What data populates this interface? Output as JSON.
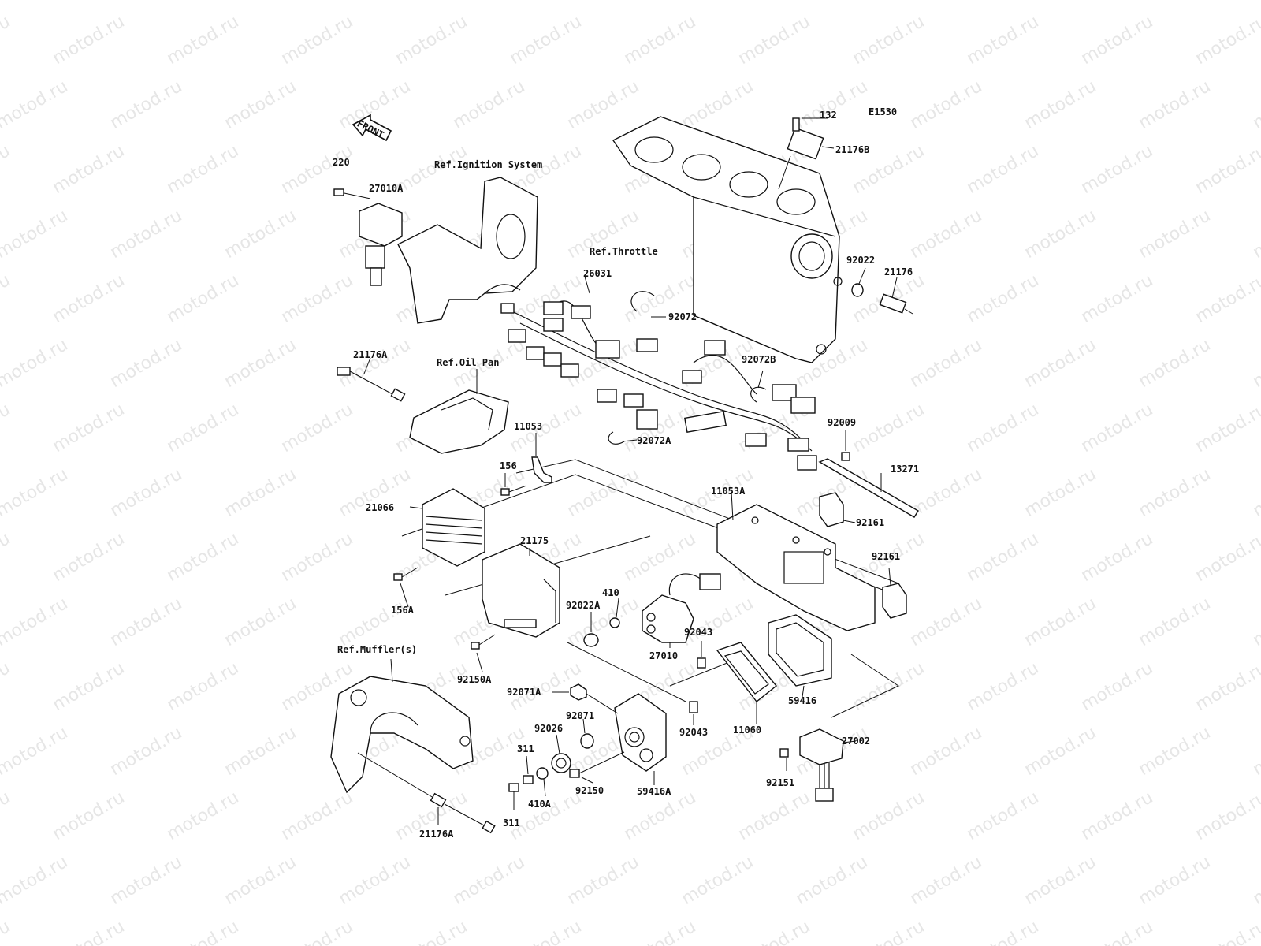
{
  "diagram_code": "E1530",
  "watermark_text": "motod.ru",
  "front_label": "FRONT",
  "references": {
    "ignition": "Ref.Ignition System",
    "throttle": "Ref.Throttle",
    "oil_pan": "Ref.Oil Pan",
    "muffler": "Ref.Muffler(s)"
  },
  "parts": [
    "132",
    "21176B",
    "220",
    "27010A",
    "26031",
    "92072",
    "92022",
    "21176",
    "21176A",
    "92072B",
    "92072A",
    "11053",
    "92009",
    "156",
    "13271",
    "11053A",
    "21066",
    "92161",
    "21175",
    "92161",
    "156A",
    "410",
    "92022A",
    "92043",
    "27010",
    "92150A",
    "59416",
    "92071A",
    "92071",
    "92026",
    "92043",
    "11060",
    "311",
    "27002",
    "410A",
    "92150",
    "59416A",
    "92151",
    "311",
    "21176A"
  ]
}
